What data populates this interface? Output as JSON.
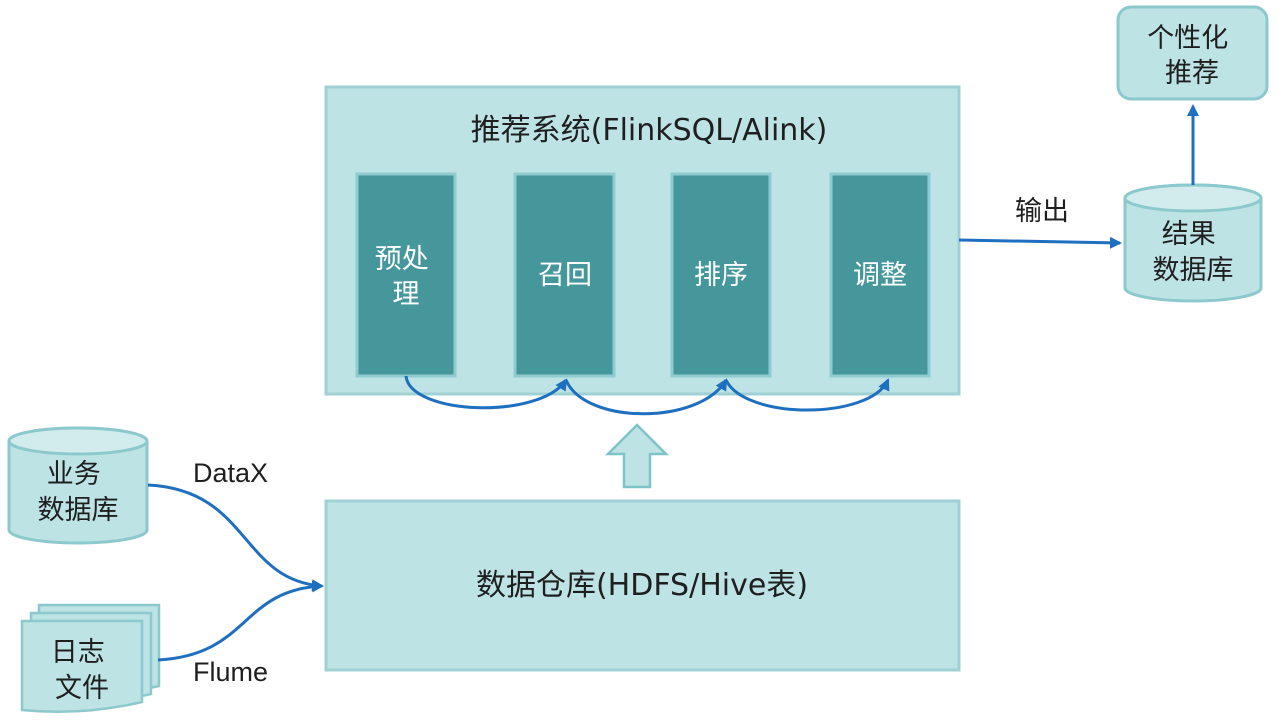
{
  "system": {
    "title": "推荐系统(FlinkSQL/Alink)",
    "steps": [
      [
        "预处",
        "理"
      ],
      [
        "召回"
      ],
      [
        "排序"
      ],
      [
        "调整"
      ]
    ]
  },
  "warehouse": {
    "label": "数据仓库(HDFS/Hive表)"
  },
  "sources": {
    "business_db": [
      "业务",
      "数据库"
    ],
    "log_files": [
      "日志",
      "文件"
    ]
  },
  "edges": {
    "datax": "DataX",
    "flume": "Flume",
    "output": "输出"
  },
  "result_db": [
    "结果",
    "数据库"
  ],
  "personalized": [
    "个性化",
    "推荐"
  ],
  "colors": {
    "box_fill": "#bde3e5",
    "box_stroke": "#8cc9cd",
    "step_fill": "#46979c",
    "arrow": "#1e6fbf"
  }
}
